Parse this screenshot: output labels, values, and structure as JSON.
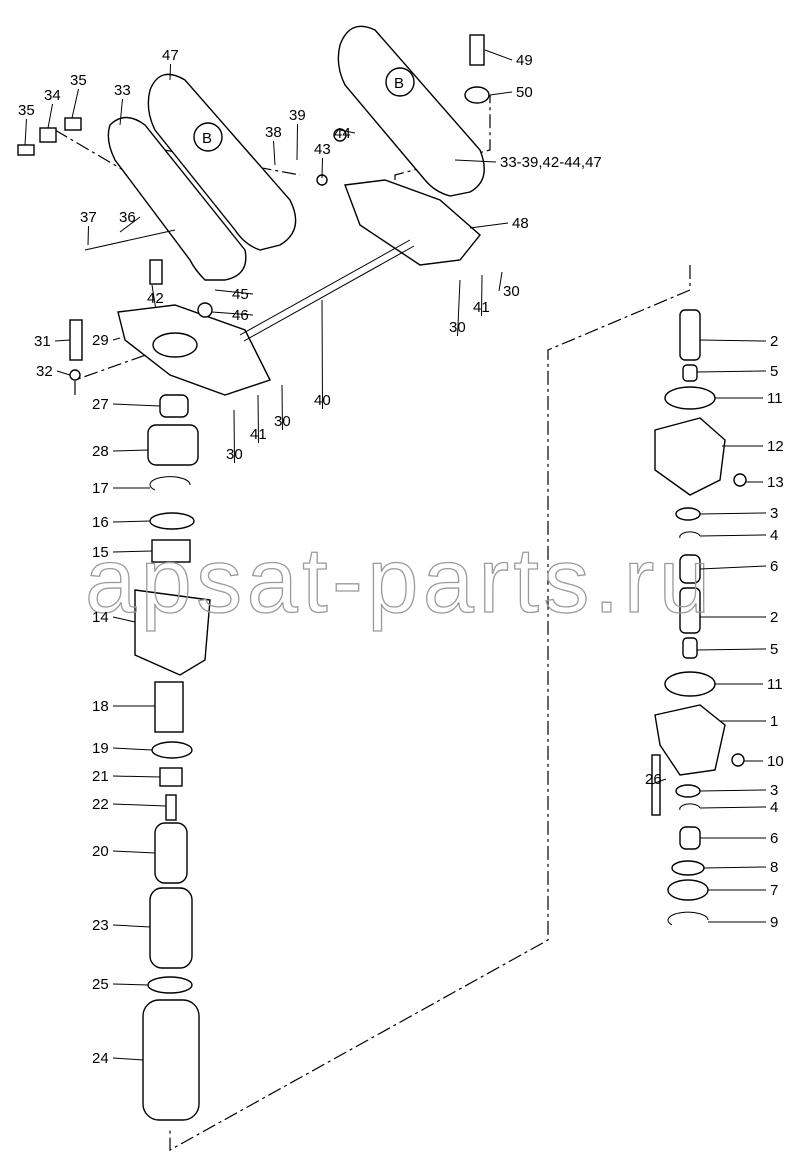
{
  "watermark": "apsat-parts.ru",
  "logo_letter": "B",
  "labels": [
    "35",
    "34",
    "35",
    "33",
    "47",
    "38",
    "39",
    "43",
    "44",
    "49",
    "50",
    "33-39,42-44,47",
    "37",
    "36",
    "48",
    "42",
    "45",
    "46",
    "30",
    "41",
    "30",
    "40",
    "31",
    "29",
    "32",
    "27",
    "41",
    "30",
    "30",
    "28",
    "17",
    "16",
    "15",
    "14",
    "18",
    "19",
    "21",
    "22",
    "20",
    "23",
    "25",
    "24",
    "2",
    "5",
    "11",
    "12",
    "13",
    "3",
    "4",
    "6",
    "2",
    "5",
    "11",
    "1",
    "10",
    "26",
    "3",
    "4",
    "6",
    "8",
    "7",
    "9"
  ]
}
